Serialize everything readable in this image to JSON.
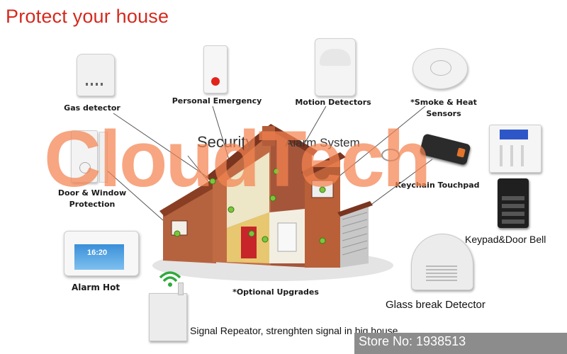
{
  "title": "Protect your house",
  "center_label": "Security Alarm System",
  "center_label_parts": [
    "Security",
    "Alarm System"
  ],
  "watermark": "CloudTech",
  "store": "Store No: 1938513",
  "devices": {
    "gas": "Gas detector",
    "emergency": "Personal Emergency",
    "motion": "Motion Detectors",
    "smoke_line1": "*Smoke & Heat",
    "smoke_line2": "Sensors",
    "door_line1": "Door & Window",
    "door_line2": "Protection",
    "keychain": "Keychain Touchpad",
    "keypad": "Keypad&Door Bell",
    "alarm_host": "Alarm Hot",
    "optional": "*Optional Upgrades",
    "glass": "Glass break Detector",
    "repeater": "Signal Repeator, strenghten signal in big house"
  },
  "screen_time": "16:20",
  "colors": {
    "title": "#d42a1e",
    "watermark": "#f48350",
    "sensor_dot": "#7bc63a",
    "brick": "#b5633f",
    "wifi": "#2eaa3c"
  }
}
